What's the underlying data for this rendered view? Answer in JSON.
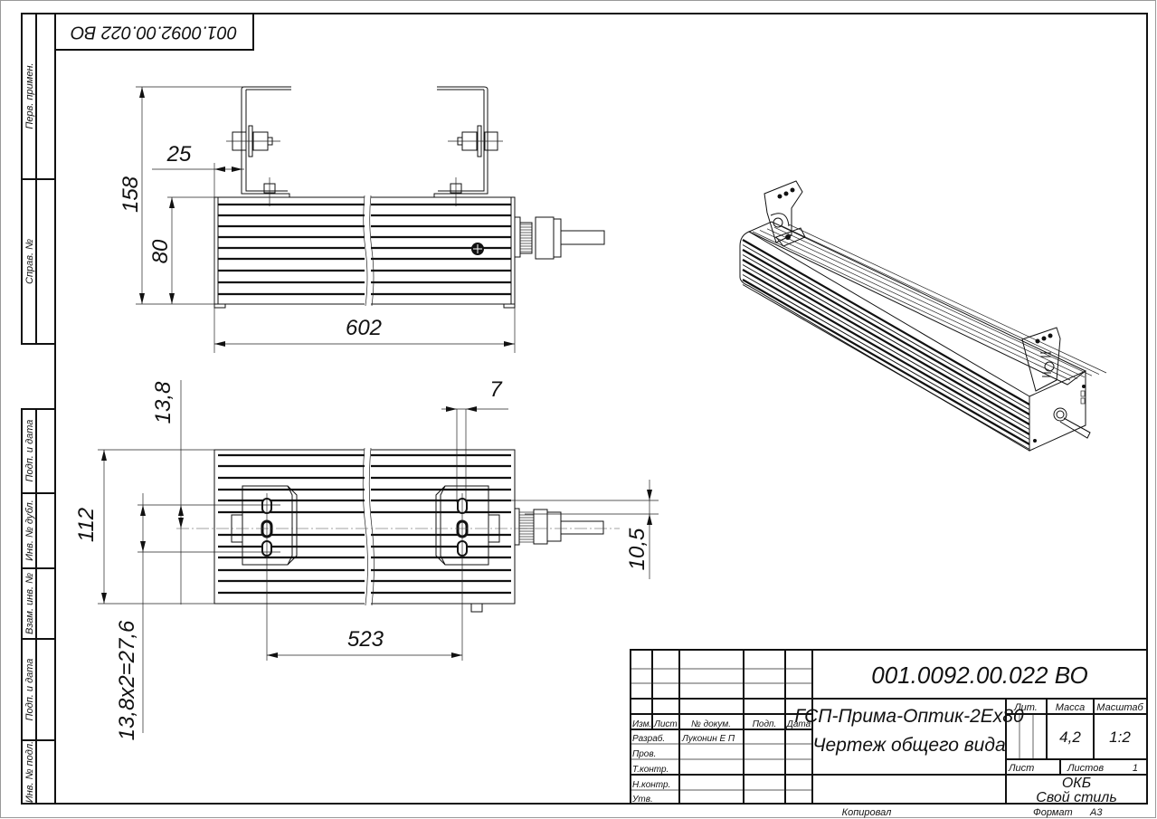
{
  "stamp_top": "001.0092.00.022 ВО",
  "margin_labels": [
    "Перв. примен.",
    "Справ. №",
    "Подп. и дата",
    "Инв. № дубл.",
    "Взам. инв. №",
    "Подп. и дата",
    "Инв. № подл."
  ],
  "dimensions": {
    "top_view": {
      "height_total": "158",
      "height_body": "80",
      "offset": "25",
      "length": "602"
    },
    "bottom_view": {
      "width": "112",
      "slot_pitch": "13,8",
      "slot_span": "13,8x2=27,6",
      "slot_width": "7",
      "offset": "10,5",
      "mount_distance": "523"
    }
  },
  "title_block": {
    "designation": "001.0092.00.022 ВО",
    "name_line1": "ГСП-Прима-Оптик-2Ех80",
    "name_line2": "Чертеж общего вида",
    "headers": {
      "izm": "Изм.",
      "list": "Лист",
      "doc": "№ докум.",
      "podp": "Подп.",
      "data": "Дата"
    },
    "roles": {
      "razrab": "Разраб.",
      "prov": "Пров.",
      "tkontr": "Т.контр.",
      "nkontr": "Н.контр.",
      "utv": "Утв."
    },
    "developer": "Луконин Е П",
    "lit_label": "Лит.",
    "mass_label": "Масса",
    "scale_label": "Масштаб",
    "mass": "4,2",
    "scale": "1:2",
    "sheet_label": "Лист",
    "sheets_label": "Листов",
    "sheets": "1",
    "org_line1": "ОКБ",
    "org_line2": "Свой стиль",
    "copied": "Копировал",
    "format_label": "Формат",
    "format": "А3"
  }
}
